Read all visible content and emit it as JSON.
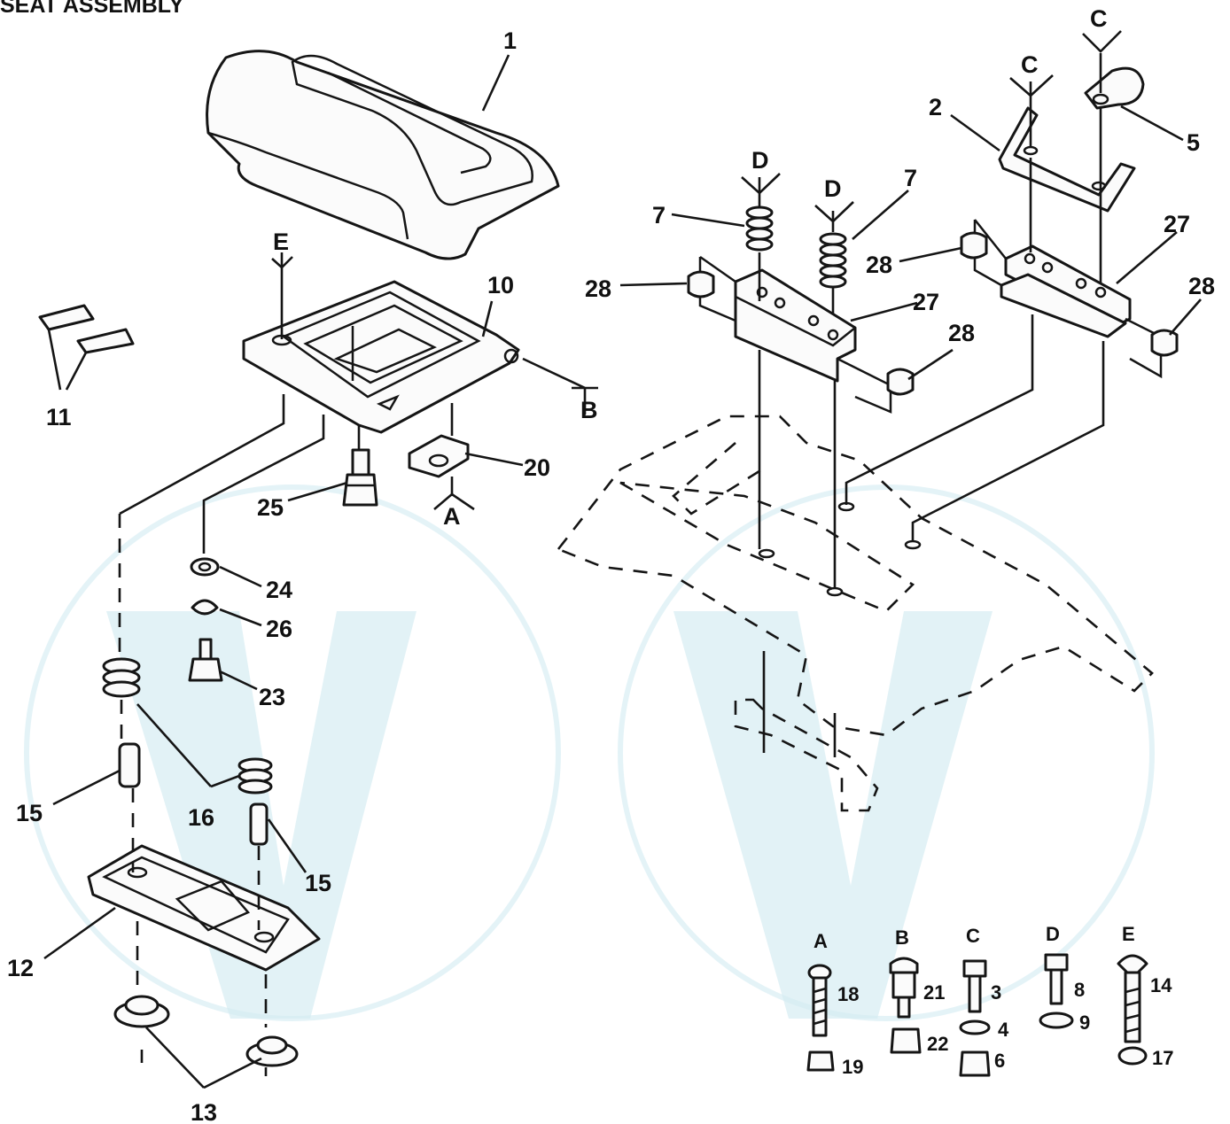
{
  "title": "SEAT ASSEMBLY",
  "part_labels": {
    "p1": "1",
    "p2": "2",
    "p3": "3",
    "p4": "4",
    "p5": "5",
    "p6": "6",
    "p7a": "7",
    "p7b": "7",
    "p8": "8",
    "p9": "9",
    "p10": "10",
    "p11": "11",
    "p12": "12",
    "p13": "13",
    "p14": "14",
    "p15a": "15",
    "p15b": "15",
    "p16": "16",
    "p17": "17",
    "p18": "18",
    "p19": "19",
    "p20": "20",
    "p21": "21",
    "p22": "22",
    "p23": "23",
    "p24": "24",
    "p25": "25",
    "p26": "26",
    "p27a": "27",
    "p27b": "27",
    "p28a": "28",
    "p28b": "28",
    "p28c": "28",
    "p28d": "28"
  },
  "callouts": {
    "c_top1": "C",
    "c_top2": "C",
    "d_top1": "D",
    "d_top2": "D",
    "e_top": "E",
    "a_bottom": "A",
    "b_side": "B"
  },
  "hardware_groups": {
    "A": "A",
    "B": "B",
    "C": "C",
    "D": "D",
    "E": "E"
  }
}
